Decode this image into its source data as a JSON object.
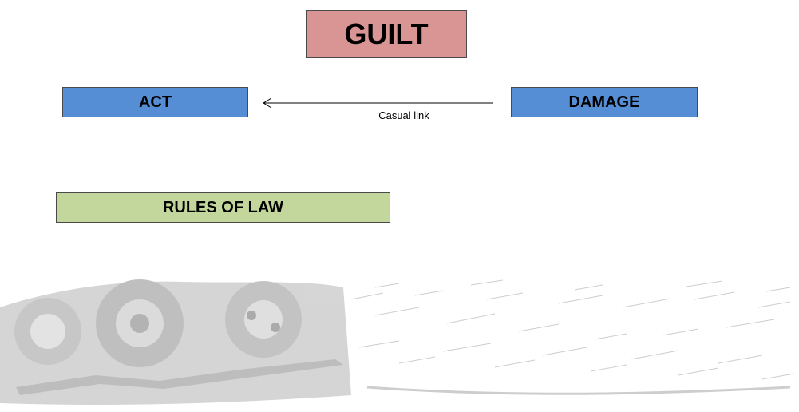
{
  "diagram": {
    "guilt": {
      "label": "GUILT",
      "fill": "#d99594"
    },
    "act": {
      "label": "ACT",
      "fill": "#558ed5"
    },
    "damage": {
      "label": "DAMAGE",
      "fill": "#558ed5"
    },
    "rules": {
      "label": "RULES OF LAW",
      "fill": "#c3d69b"
    },
    "link": {
      "label": "Casual link",
      "direction": "damage-to-act"
    }
  },
  "background": {
    "texture_icon": "engraved-machinery-illustration",
    "texture_color": "#9c9c9c"
  }
}
